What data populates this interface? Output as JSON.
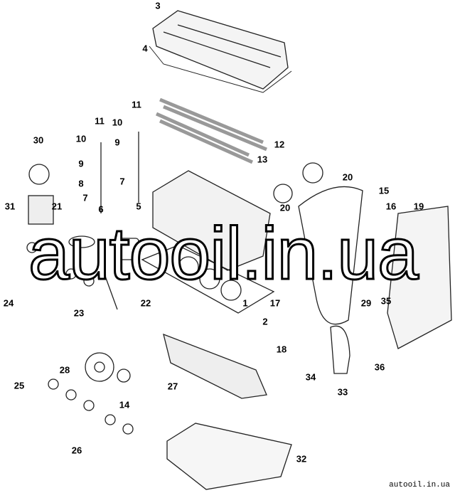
{
  "diagram": {
    "callouts": [
      "3",
      "4",
      "11",
      "10",
      "9",
      "8",
      "7",
      "6",
      "11",
      "10",
      "9",
      "7",
      "5",
      "12",
      "13",
      "30",
      "31",
      "21",
      "24",
      "22",
      "1",
      "2",
      "20",
      "15",
      "16",
      "19",
      "20",
      "29",
      "17",
      "18",
      "35",
      "34",
      "36",
      "33",
      "23",
      "27",
      "28",
      "25",
      "14",
      "26",
      "32"
    ]
  },
  "watermark": {
    "text": "autooil.in.ua",
    "footer": "autooil.in.ua"
  }
}
